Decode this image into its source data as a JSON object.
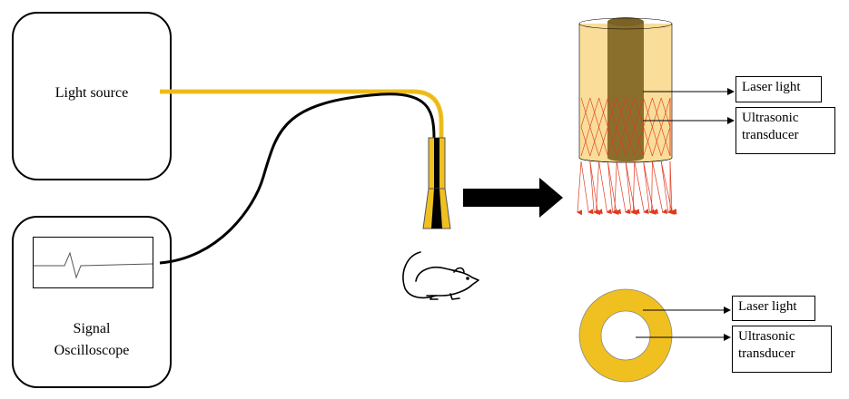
{
  "light_source": {
    "label": "Light source"
  },
  "oscilloscope": {
    "label_line1": "Signal",
    "label_line2": "Oscilloscope"
  },
  "side_view": {
    "laser_label": "Laser light",
    "ultrasonic_label_line1": "Ultrasonic",
    "ultrasonic_label_line2": "transducer"
  },
  "top_view": {
    "laser_label": "Laser light",
    "ultrasonic_label_line1": "Ultrasonic",
    "ultrasonic_label_line2": "transducer"
  },
  "colors": {
    "fiber_yellow": "#f0c020",
    "cylinder_outer": "#f9dd99",
    "cylinder_core": "#8a6f2c",
    "ring_yellow": "#f0c020",
    "laser_red": "#e03a1e",
    "cable": "#000000"
  },
  "icons": [
    "mouse-icon",
    "right-arrow-icon"
  ]
}
